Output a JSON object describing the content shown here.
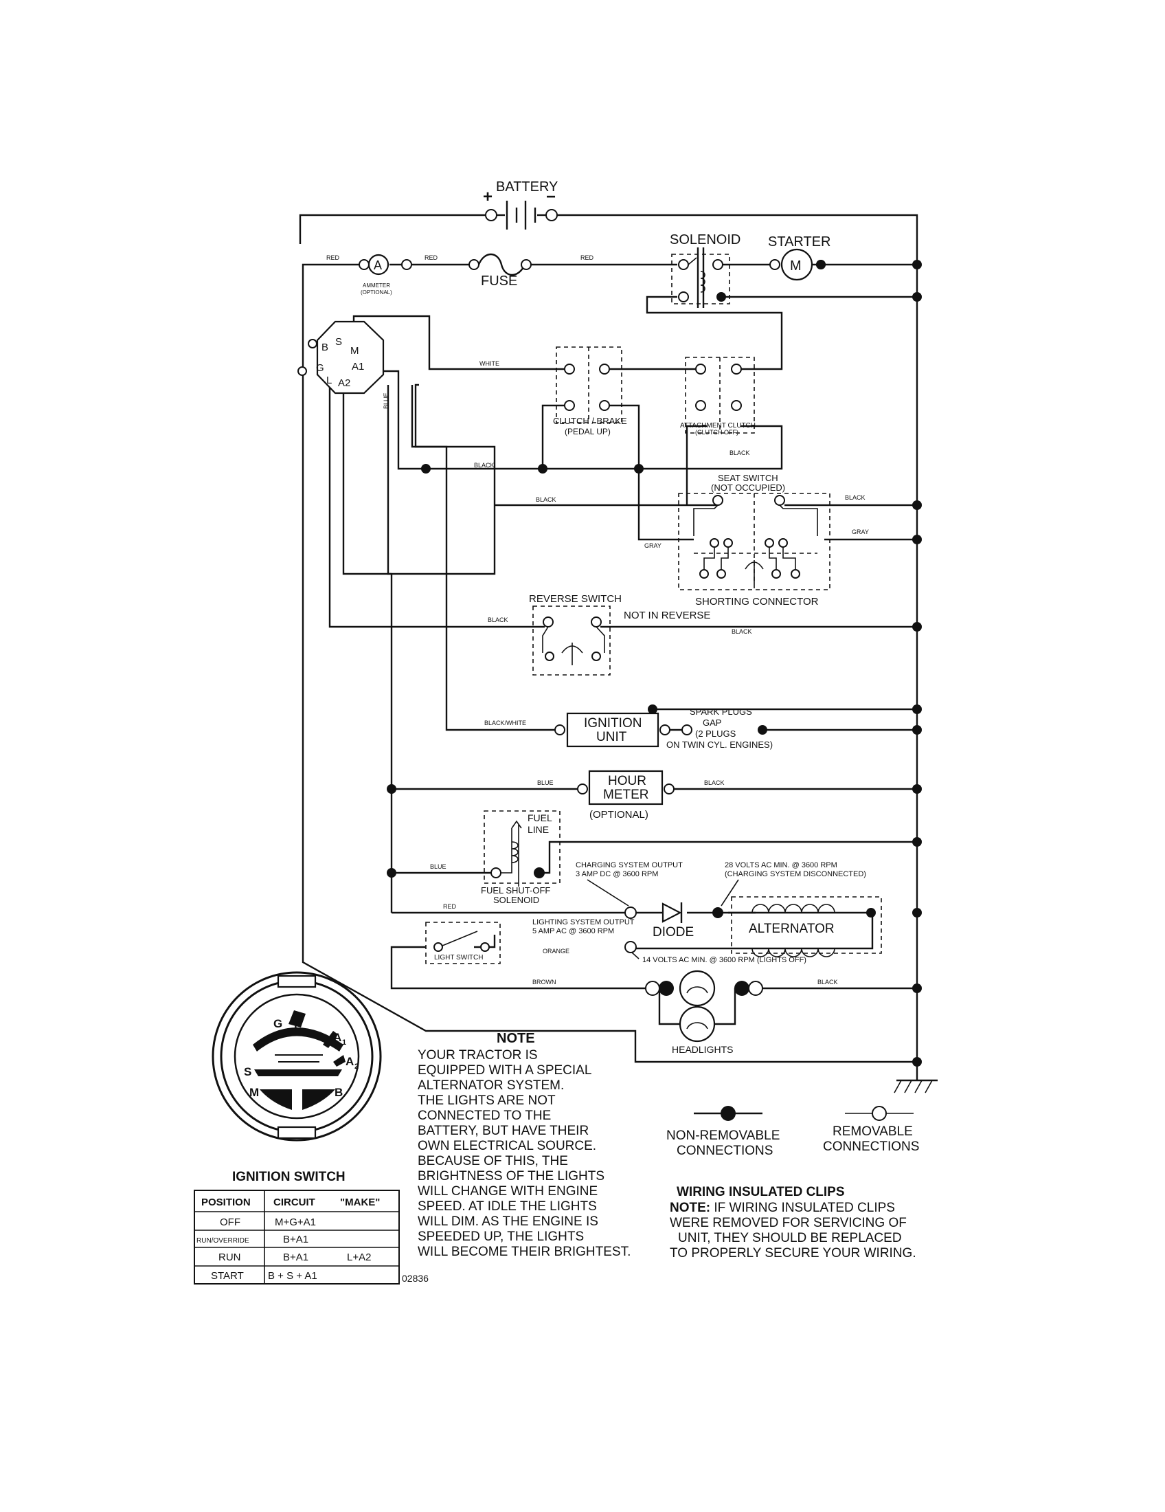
{
  "components": {
    "battery": "BATTERY",
    "battery_plus": "+",
    "battery_minus": "−",
    "solenoid": "SOLENOID",
    "starter": "STARTER",
    "starter_symbol": "M",
    "ammeter_symbol": "A",
    "ammeter_label": "AMMETER",
    "ammeter_optional": "(OPTIONAL)",
    "fuse": "FUSE",
    "clutch_brake": "CLUTCH / BRAKE",
    "clutch_brake_sub": "(PEDAL UP)",
    "attachment_clutch": "ATTACHMENT CLUTCH",
    "attachment_clutch_sub": "(CLUTCH OFF)",
    "seat_switch": "SEAT SWITCH",
    "seat_switch_sub": "(NOT OCCUPIED)",
    "shorting_connector": "SHORTING CONNECTOR",
    "reverse_switch": "REVERSE SWITCH",
    "not_in_reverse": "NOT IN REVERSE",
    "ignition_unit_1": "IGNITION",
    "ignition_unit_2": "UNIT",
    "spark_plugs": "SPARK PLUGS",
    "spark_gap": "GAP",
    "spark_plugs_note_1": "(2 PLUGS",
    "spark_plugs_note_2": "ON TWIN CYL. ENGINES)",
    "hour_meter_1": "HOUR",
    "hour_meter_2": "METER",
    "hour_meter_optional": "(OPTIONAL)",
    "fuel_line_1": "FUEL",
    "fuel_line_2": "LINE",
    "fuel_solenoid_1": "FUEL SHUT-OFF",
    "fuel_solenoid_2": "SOLENOID",
    "charging_output_1": "CHARGING SYSTEM OUTPUT",
    "charging_output_2": "3 AMP DC @ 3600 RPM",
    "volts28_1": "28 VOLTS AC MIN. @ 3600 RPM",
    "volts28_2": "(CHARGING SYSTEM DISCONNECTED)",
    "lighting_output_1": "LIGHTING SYSTEM OUTPUT",
    "lighting_output_2": "5 AMP AC @ 3600 RPM",
    "diode": "DIODE",
    "alternator": "ALTERNATOR",
    "light_switch": "LIGHT SWITCH",
    "volts14": "14 VOLTS AC MIN. @ 3600 RPM (LIGHTS OFF)",
    "headlights": "HEADLIGHTS",
    "ign_switch_title": "IGNITION SWITCH"
  },
  "terminals": {
    "b": "B",
    "s": "S",
    "m": "M",
    "g": "G",
    "a1": "A1",
    "l": "L",
    "a2": "A2"
  },
  "switch_face": {
    "g": "G",
    "l": "L",
    "a1": "A",
    "a1_sub": "1",
    "a2": "A",
    "a2_sub": "2",
    "s": "S",
    "m": "M",
    "b": "B"
  },
  "wire_colors": {
    "red_1": "RED",
    "red_2": "RED",
    "red_3": "RED",
    "red_4": "RED",
    "white": "WHITE",
    "blue_v": "BLUE",
    "black_1": "BLACK",
    "black_2": "BLACK",
    "black_3": "BLACK",
    "black_4": "BLACK",
    "black_5": "BLACK",
    "black_6": "BLACK",
    "black_7": "BLACK",
    "black_8": "BLACK",
    "black_9": "BLACK",
    "gray_1": "GRAY",
    "gray_2": "GRAY",
    "black_white": "BLACK/WHITE",
    "blue_1": "BLUE",
    "blue_2": "BLUE",
    "orange": "ORANGE",
    "brown": "BROWN"
  },
  "table": {
    "headers": [
      "POSITION",
      "CIRCUIT",
      "\"MAKE\""
    ],
    "rows": [
      {
        "position": "OFF",
        "circuit": "M+G+A1",
        "extra": ""
      },
      {
        "position": "RUN/OVERRIDE",
        "circuit": "B+A1",
        "extra": ""
      },
      {
        "position": "RUN",
        "circuit": "B+A1",
        "extra": "L+A2"
      },
      {
        "position": "START",
        "circuit": "B + S + A1",
        "extra": ""
      }
    ]
  },
  "part_number": "02836",
  "note": {
    "title": "NOTE",
    "lines": [
      "YOUR TRACTOR IS",
      "EQUIPPED WITH A SPECIAL",
      "ALTERNATOR SYSTEM.",
      "THE LIGHTS ARE NOT",
      "CONNECTED TO THE",
      "BATTERY, BUT HAVE THEIR",
      "OWN ELECTRICAL SOURCE.",
      "BECAUSE OF THIS, THE",
      "BRIGHTNESS OF THE LIGHTS",
      "WILL CHANGE WITH ENGINE",
      "SPEED.  AT IDLE THE LIGHTS",
      "WILL DIM.  AS THE ENGINE IS",
      "SPEEDED UP, THE LIGHTS",
      "WILL BECOME THEIR BRIGHTEST."
    ]
  },
  "legend": {
    "non_removable_1": "NON-REMOVABLE",
    "non_removable_2": "CONNECTIONS",
    "removable_1": "REMOVABLE",
    "removable_2": "CONNECTIONS"
  },
  "clips": {
    "title": "WIRING INSULATED CLIPS",
    "note_bold": "NOTE:",
    "line1": " IF WIRING INSULATED CLIPS",
    "line2": "WERE REMOVED FOR SERVICING OF",
    "line3": "UNIT, THEY SHOULD BE REPLACED",
    "line4": "TO PROPERLY SECURE YOUR WIRING."
  }
}
